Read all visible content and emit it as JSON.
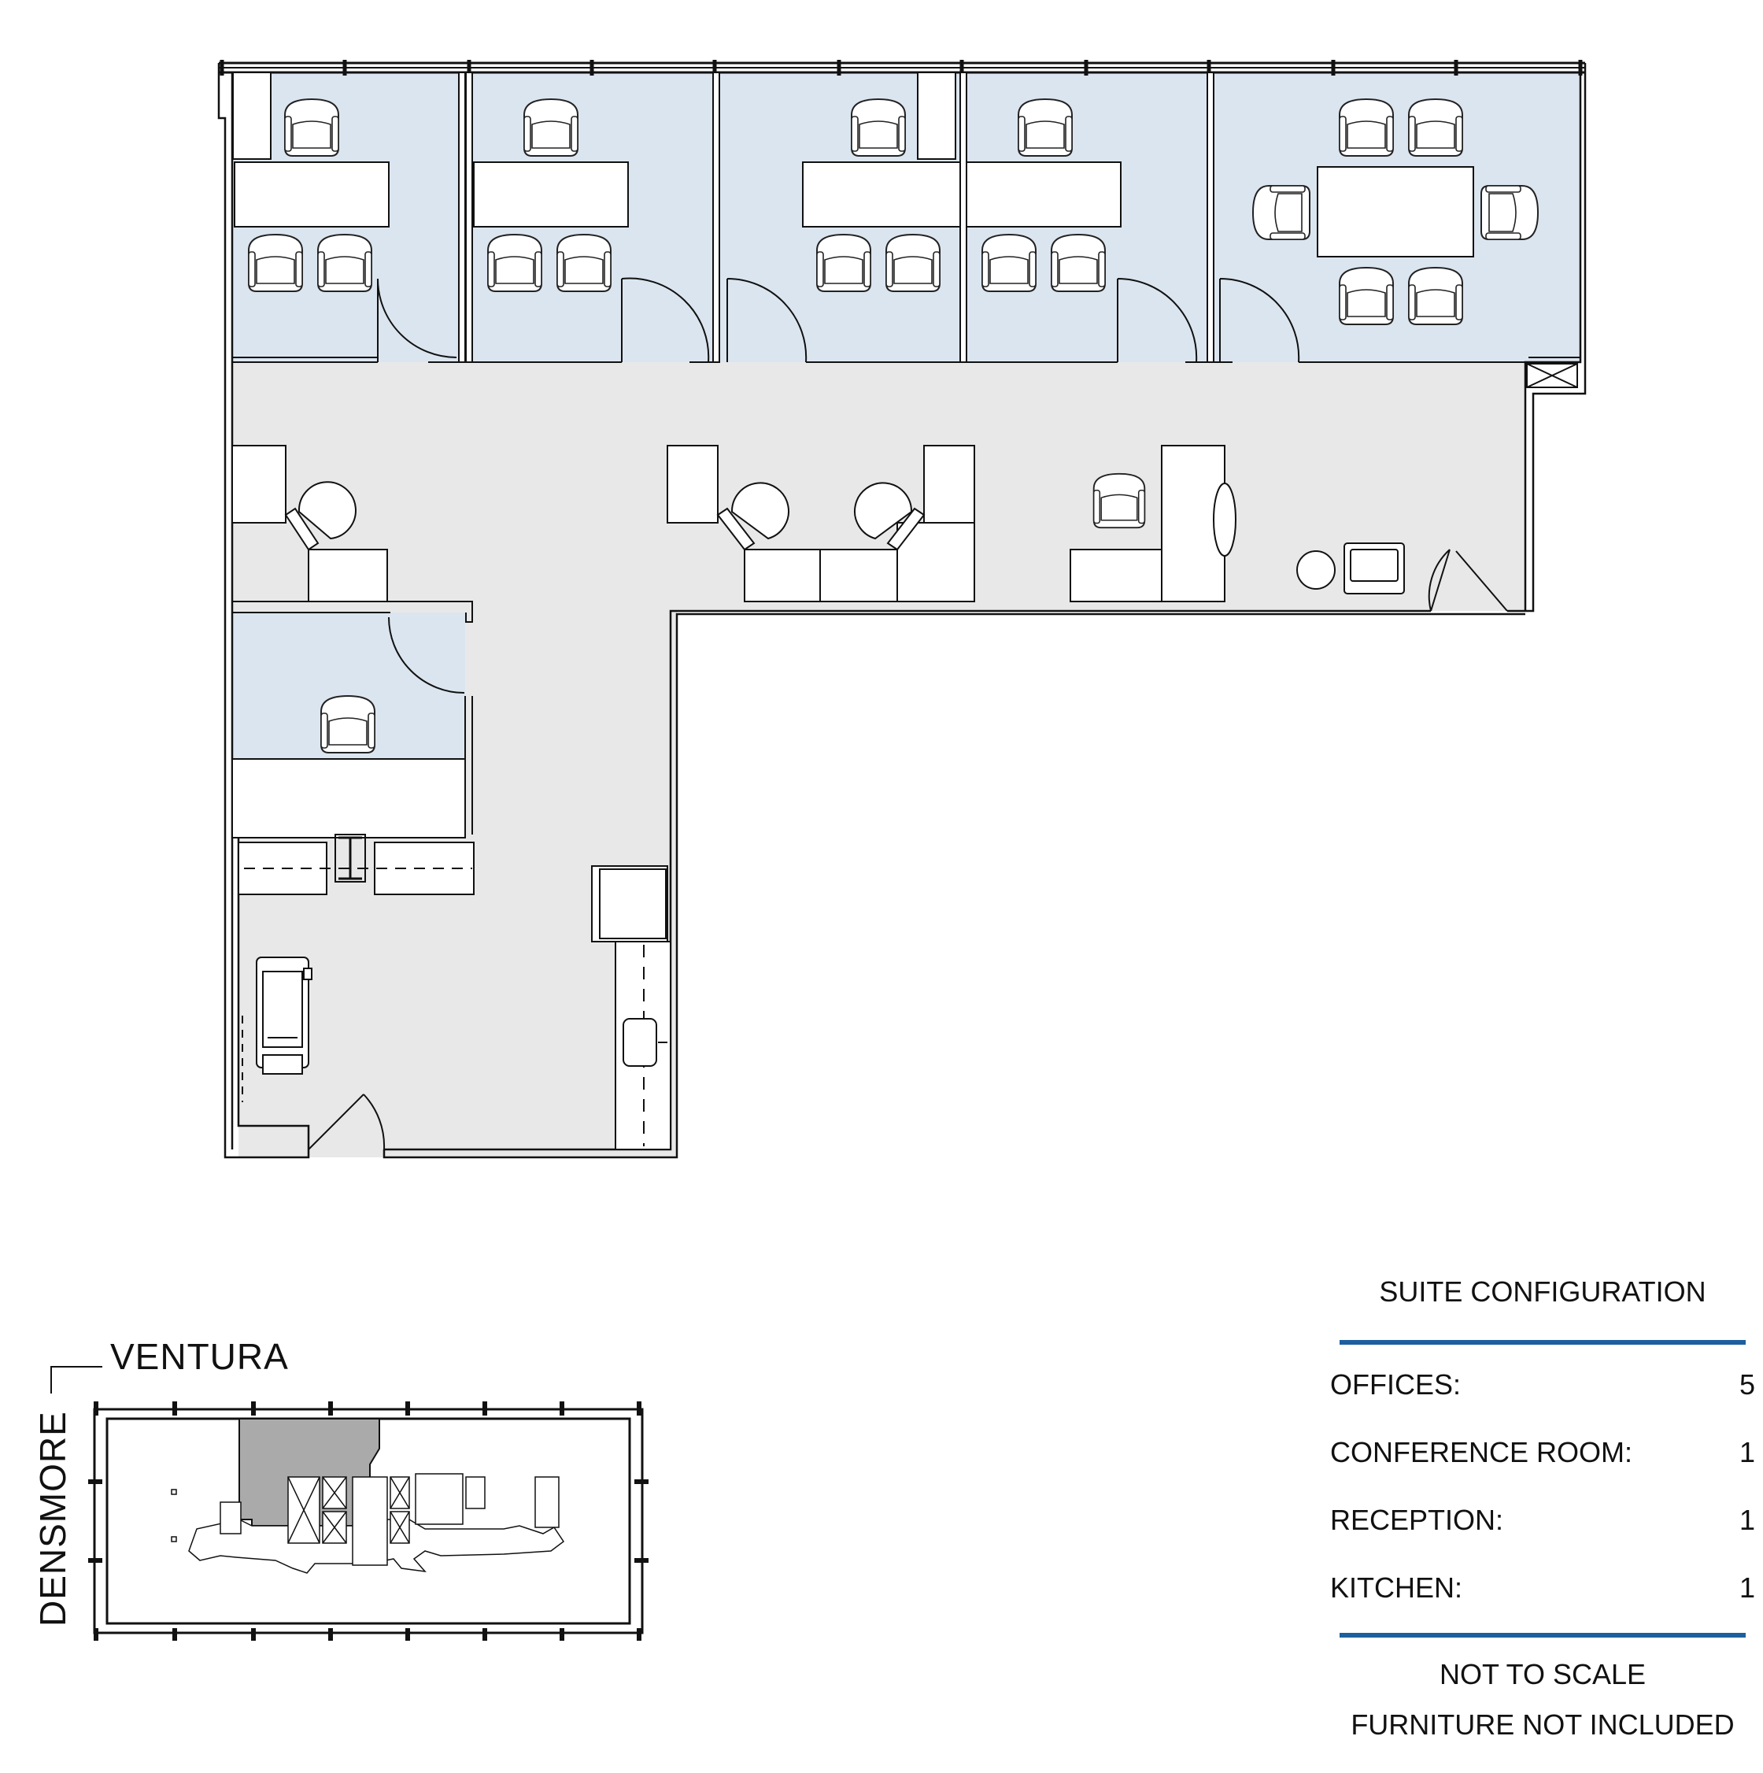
{
  "keyplan": {
    "street_north": "VENTURA",
    "street_west": "DENSMORE"
  },
  "suite_configuration": {
    "title": "SUITE CONFIGURATION",
    "rows": [
      {
        "label": "OFFICES:",
        "value": "5"
      },
      {
        "label": "CONFERENCE ROOM:",
        "value": "1"
      },
      {
        "label": "RECEPTION:",
        "value": "1"
      },
      {
        "label": "KITCHEN:",
        "value": "1"
      }
    ],
    "accent_color": "#1d5f9e"
  },
  "notes": [
    "NOT TO SCALE",
    "FURNITURE NOT INCLUDED"
  ],
  "colors": {
    "office_fill": "#dbe5ef",
    "common_fill": "#e8e8e8",
    "keyplan_suite_fill": "#aaaaaa"
  }
}
